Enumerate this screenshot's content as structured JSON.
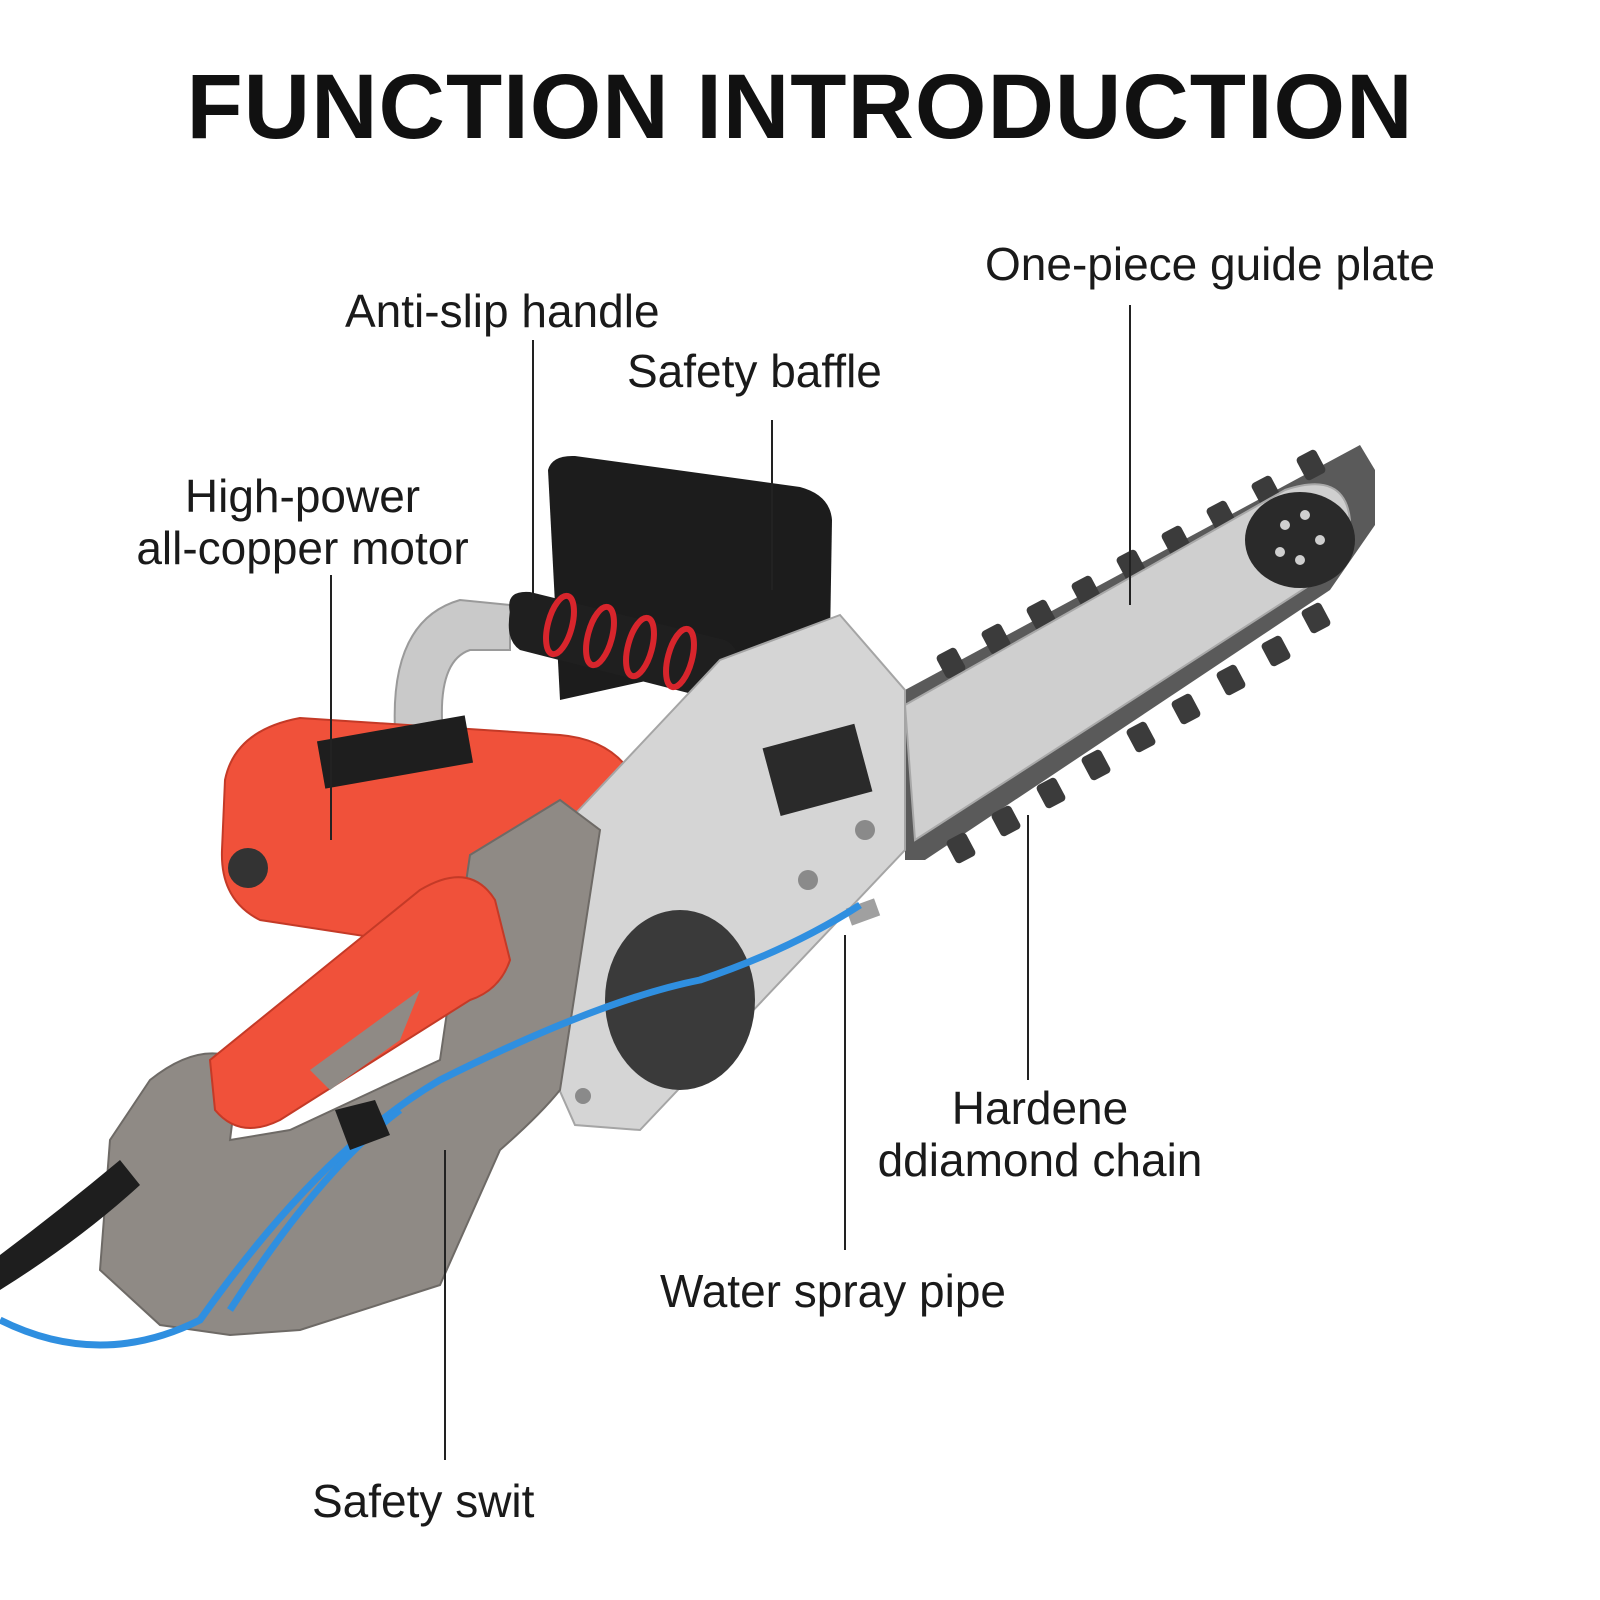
{
  "title": "FUNCTION INTRODUCTION",
  "labels": {
    "guide_plate": "One-piece guide plate",
    "handle": "Anti-slip handle",
    "baffle": "Safety baffle",
    "motor_line1": "High-power",
    "motor_line2": "all-copper motor",
    "chain_line1": "Hardene",
    "chain_line2": "ddiamond chain",
    "spray_pipe": "Water spray pipe",
    "safety_switch": "Safety swit"
  },
  "colors": {
    "motor_red": "#f0513a",
    "body_gray": "#8f8a85",
    "plate_silver": "#d7d7d7",
    "grip_black": "#1f1f1f",
    "grip_ring_red": "#d8252c",
    "hose_blue": "#2f8fe0",
    "chain_dark": "#4a4a4a"
  }
}
